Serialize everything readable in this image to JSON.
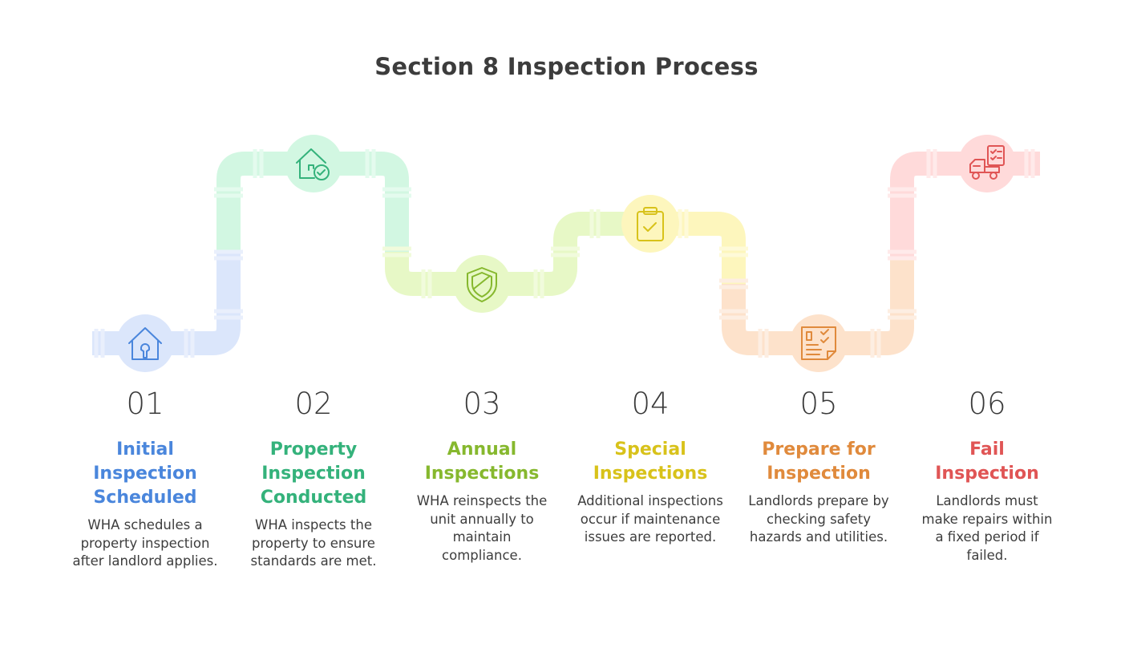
{
  "title": "Section 8 Inspection Process",
  "steps": [
    {
      "number": "01",
      "heading": "Initial Inspection Scheduled",
      "description": "WHA schedules a property inspection after landlord applies.",
      "color": "#4a86dc",
      "icon": "house-wrench-icon"
    },
    {
      "number": "02",
      "heading": "Property Inspection Conducted",
      "description": "WHA inspects the property to ensure standards are met.",
      "color": "#34b27b",
      "icon": "house-check-icon"
    },
    {
      "number": "03",
      "heading": "Annual Inspections",
      "description": "WHA reinspects the unit annually to maintain compliance.",
      "color": "#86b82e",
      "icon": "shield-icon"
    },
    {
      "number": "04",
      "heading": "Special Inspections",
      "description": "Additional inspections occur if maintenance issues are reported.",
      "color": "#d8c21a",
      "icon": "clipboard-check-icon"
    },
    {
      "number": "05",
      "heading": "Prepare for Inspection",
      "description": "Landlords prepare by checking safety hazards and utilities.",
      "color": "#e08a3c",
      "icon": "checklist-document-icon"
    },
    {
      "number": "06",
      "heading": "Fail Inspection",
      "description": "Landlords must make repairs within a fixed period if failed.",
      "color": "#e05555",
      "icon": "truck-checklist-icon"
    }
  ]
}
